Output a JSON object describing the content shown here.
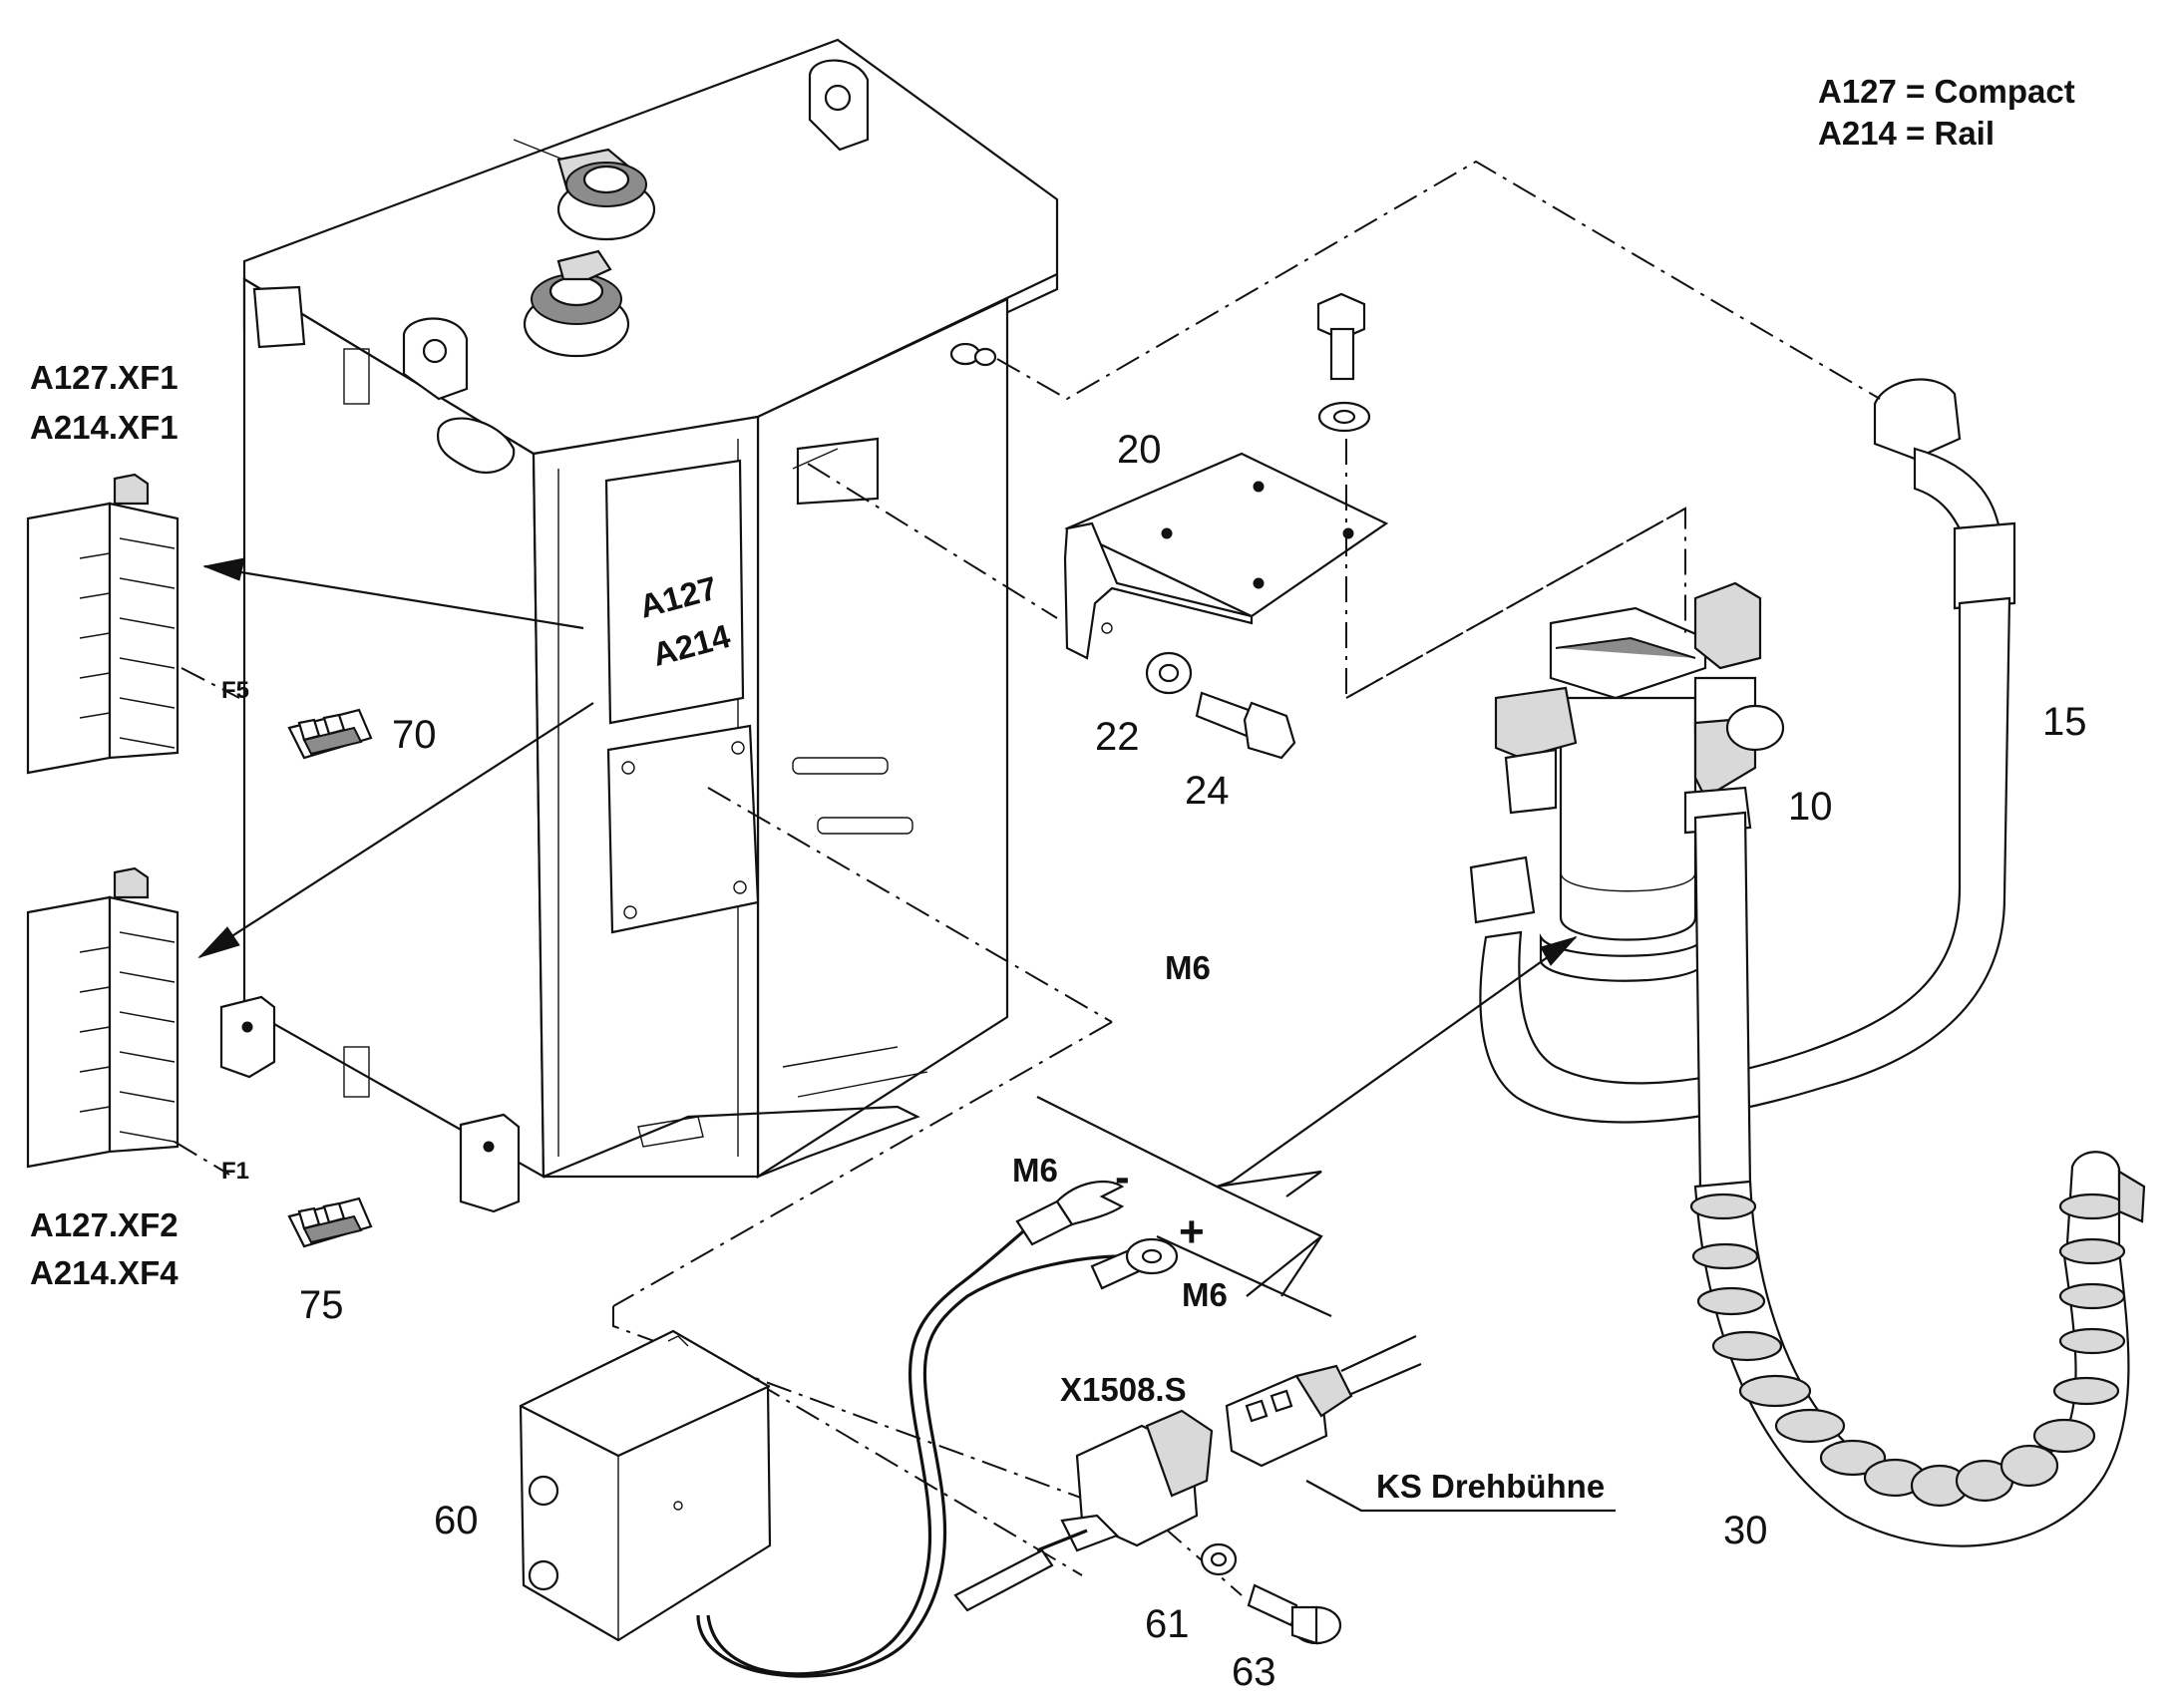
{
  "legend": {
    "line1": "A127 = Compact",
    "line2": "A214 = Rail"
  },
  "box_label": {
    "line1": "A127",
    "line2": "A214"
  },
  "fuse_blocks": {
    "upper": {
      "line1": "A127.XF1",
      "line2": "A214.XF1",
      "fuse": "F5"
    },
    "lower": {
      "line1": "A127.XF2",
      "line2": "A214.XF4",
      "fuse": "F1"
    }
  },
  "part_numbers": {
    "p10": "10",
    "p15": "15",
    "p20": "20",
    "p22": "22",
    "p24": "24",
    "p30": "30",
    "p60": "60",
    "p61": "61",
    "p63": "63",
    "p70": "70",
    "p75": "75"
  },
  "callouts": {
    "m6_center": "M6",
    "m6_top": "M6",
    "m6_bottom": "M6",
    "minus": "-",
    "plus": "+",
    "connector": "X1508.S",
    "ks_drehbuehne": "KS Drehbühne"
  }
}
